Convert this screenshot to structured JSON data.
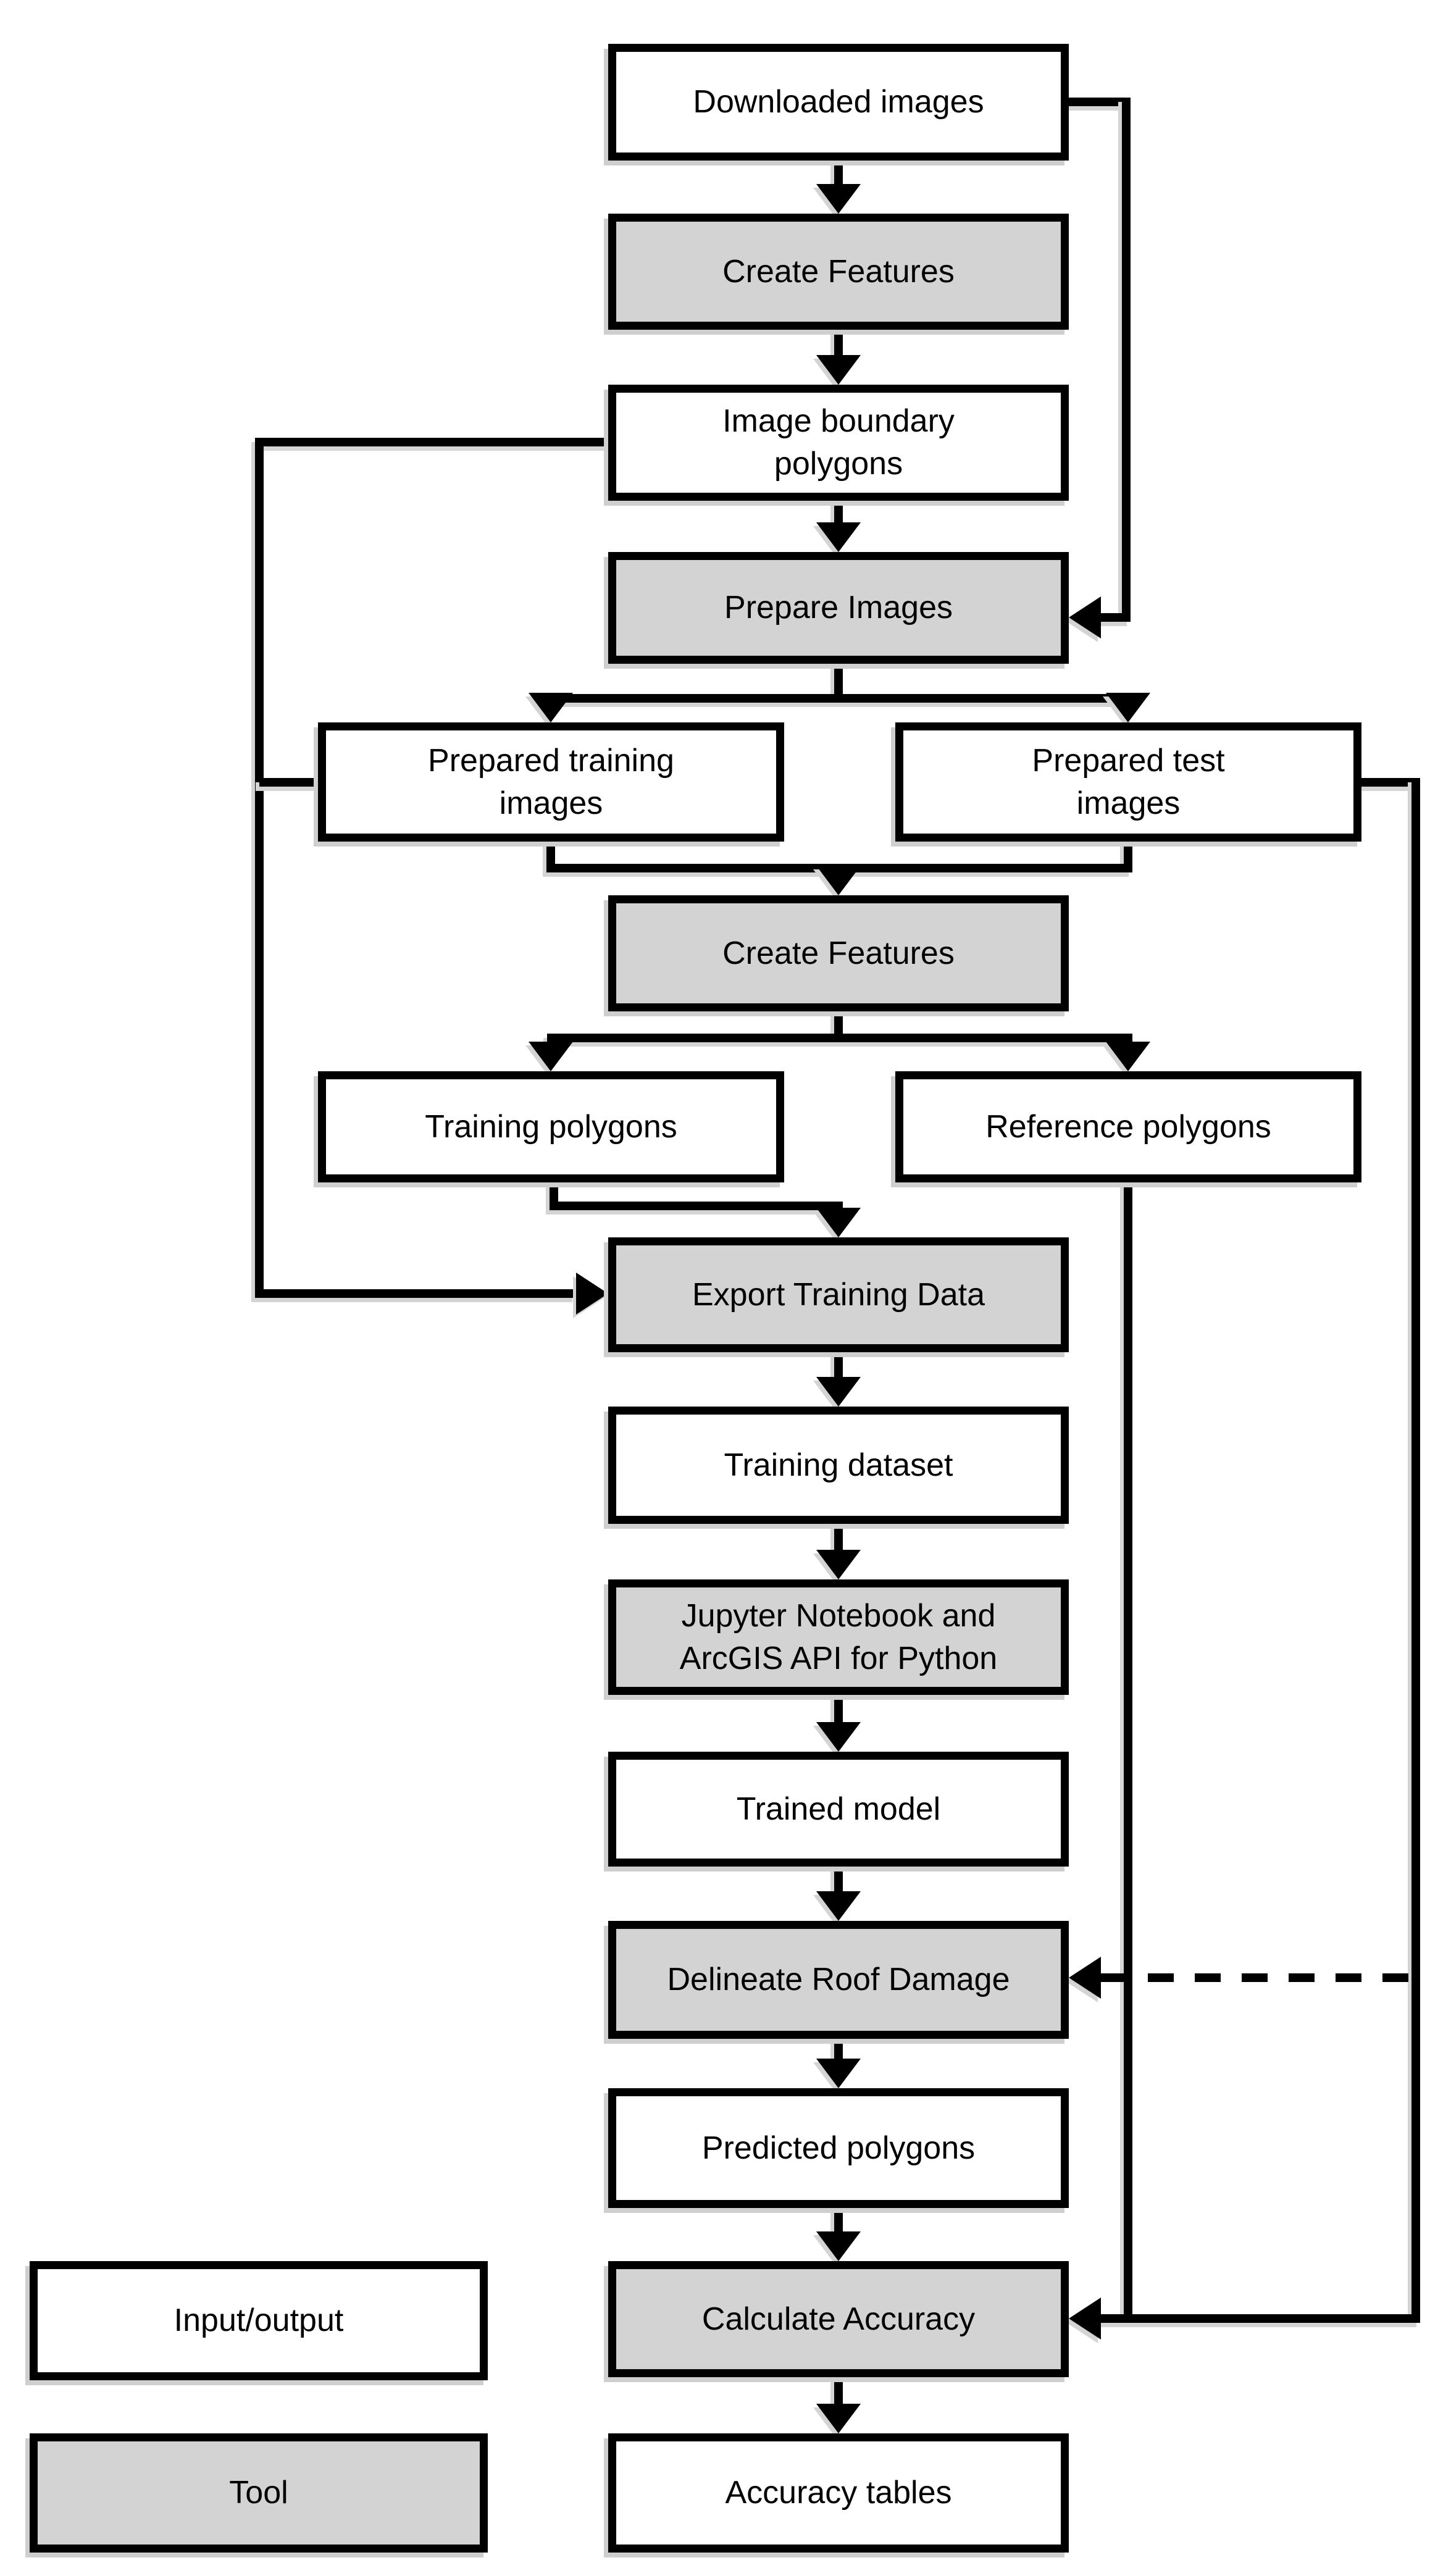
{
  "diagram": {
    "title": "Roof damage deep-learning workflow flowchart",
    "nodes": {
      "downloaded_images": {
        "label": "Downloaded images",
        "type": "input_output"
      },
      "create_features_1": {
        "label": "Create Features",
        "type": "tool"
      },
      "image_boundary_polygons": {
        "label": "Image boundary\npolygons",
        "type": "input_output"
      },
      "prepare_images": {
        "label": "Prepare Images",
        "type": "tool"
      },
      "prepared_training_images": {
        "label": "Prepared training\nimages",
        "type": "input_output"
      },
      "prepared_test_images": {
        "label": "Prepared test\nimages",
        "type": "input_output"
      },
      "create_features_2": {
        "label": "Create Features",
        "type": "tool"
      },
      "training_polygons": {
        "label": "Training polygons",
        "type": "input_output"
      },
      "reference_polygons": {
        "label": "Reference polygons",
        "type": "input_output"
      },
      "export_training_data": {
        "label": "Export Training Data",
        "type": "tool"
      },
      "training_dataset": {
        "label": "Training dataset",
        "type": "input_output"
      },
      "jupyter_notebook_arcgis": {
        "label": "Jupyter Notebook and\nArcGIS API for Python",
        "type": "tool"
      },
      "trained_model": {
        "label": "Trained model",
        "type": "input_output"
      },
      "delineate_roof_damage": {
        "label": "Delineate Roof Damage",
        "type": "tool"
      },
      "predicted_polygons": {
        "label": "Predicted polygons",
        "type": "input_output"
      },
      "calculate_accuracy": {
        "label": "Calculate Accuracy",
        "type": "tool"
      },
      "accuracy_tables": {
        "label": "Accuracy tables",
        "type": "input_output"
      }
    },
    "legend": {
      "input_output_label": "Input/output",
      "tool_label": "Tool"
    },
    "colors": {
      "input_output_fill": "#ffffff",
      "tool_fill": "#d3d3d3",
      "line": "#000000",
      "background": "#ffffff"
    }
  }
}
